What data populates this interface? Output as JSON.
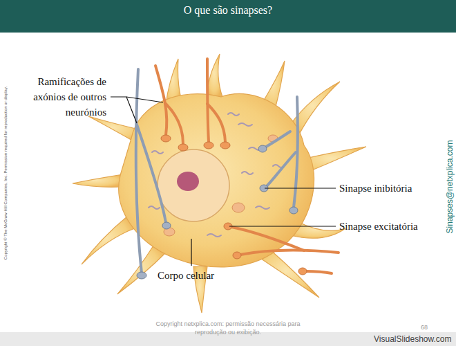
{
  "diagram": {
    "title": "O que são sinapses?",
    "labels": [
      "Ramificações de axónios de outros neurónios",
      "Sinapse inibitória",
      "Sinapse excitatória",
      "Corpo celular",
      "Copyright © The McGraw-Hill Companies, Inc. Permission required for reproduction or display.",
      "Sinapses@netxplica.com",
      "Copyright netxplica.com: permissão necessária para reprodução ou exibição.",
      "68",
      "VisualSlideshow.com"
    ]
  }
}
